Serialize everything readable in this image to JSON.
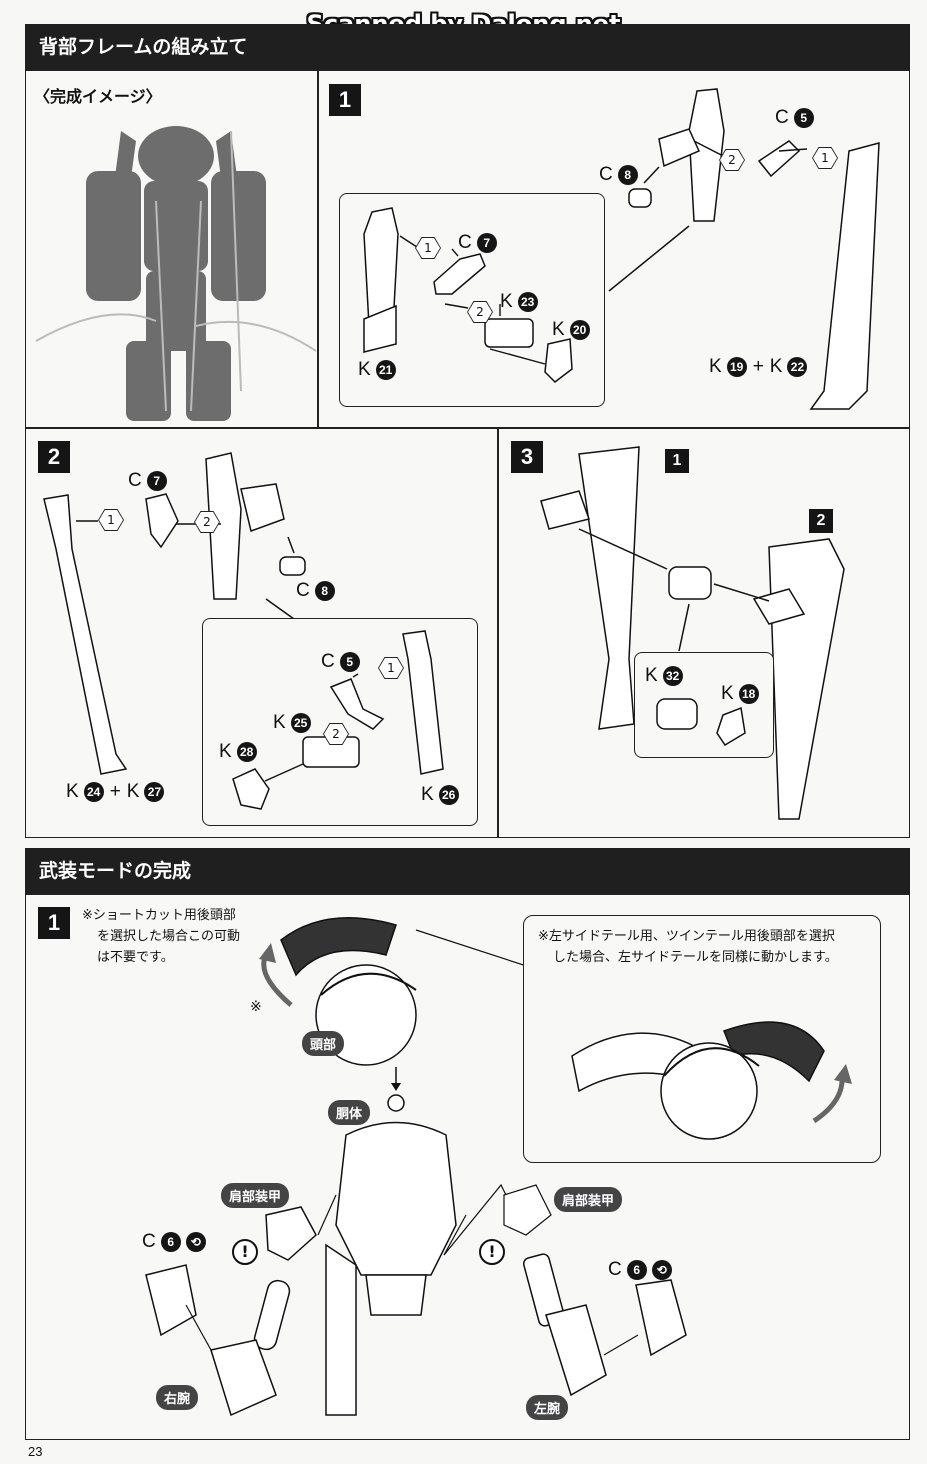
{
  "watermark": "Scanned by Dalong.net",
  "section1": {
    "title": "背部フレームの組み立て",
    "image_caption": "〈完成イメージ〉",
    "step1": {
      "number": "1",
      "parts": [
        {
          "id": "c8",
          "letter": "C",
          "num": "8"
        },
        {
          "id": "c5",
          "letter": "C",
          "num": "5"
        },
        {
          "id": "c7",
          "letter": "C",
          "num": "7"
        },
        {
          "id": "k23",
          "letter": "K",
          "num": "23"
        },
        {
          "id": "k20",
          "letter": "K",
          "num": "20"
        },
        {
          "id": "k21",
          "letter": "K",
          "num": "21"
        }
      ],
      "combo": {
        "a": "19",
        "b": "22",
        "letter": "K",
        "plus": "+"
      },
      "order": [
        "1",
        "2"
      ]
    },
    "step2": {
      "number": "2",
      "parts": [
        {
          "id": "c7",
          "letter": "C",
          "num": "7"
        },
        {
          "id": "c8",
          "letter": "C",
          "num": "8"
        },
        {
          "id": "c5",
          "letter": "C",
          "num": "5"
        },
        {
          "id": "k25",
          "letter": "K",
          "num": "25"
        },
        {
          "id": "k28",
          "letter": "K",
          "num": "28"
        },
        {
          "id": "k26",
          "letter": "K",
          "num": "26"
        }
      ],
      "combo": {
        "a": "24",
        "b": "27",
        "letter": "K",
        "plus": "+"
      },
      "order": [
        "1",
        "2"
      ]
    },
    "step3": {
      "number": "3",
      "ref1": "1",
      "ref2": "2",
      "parts": [
        {
          "id": "k32",
          "letter": "K",
          "num": "32"
        },
        {
          "id": "k18",
          "letter": "K",
          "num": "18"
        }
      ]
    }
  },
  "section2": {
    "title": "武装モードの完成",
    "step": "1",
    "note_left": [
      "※ショートカット用後頭部",
      "を選択した場合この可動",
      "は不要です。"
    ],
    "note_right": [
      "※左サイドテール用、ツインテール用後頭部を選択",
      "した場合、左サイドテールを同様に動かします。"
    ],
    "asterisk": "※",
    "labels": {
      "head": "頭部",
      "torso": "胴体",
      "shoulder_left": "肩部装甲",
      "shoulder_right": "肩部装甲",
      "right_arm": "右腕",
      "left_arm": "左腕"
    },
    "hand_parts": [
      {
        "letter": "C",
        "num": "6"
      },
      {
        "letter": "C",
        "num": "6"
      }
    ],
    "warning_symbol": "!"
  },
  "page_number": "23"
}
